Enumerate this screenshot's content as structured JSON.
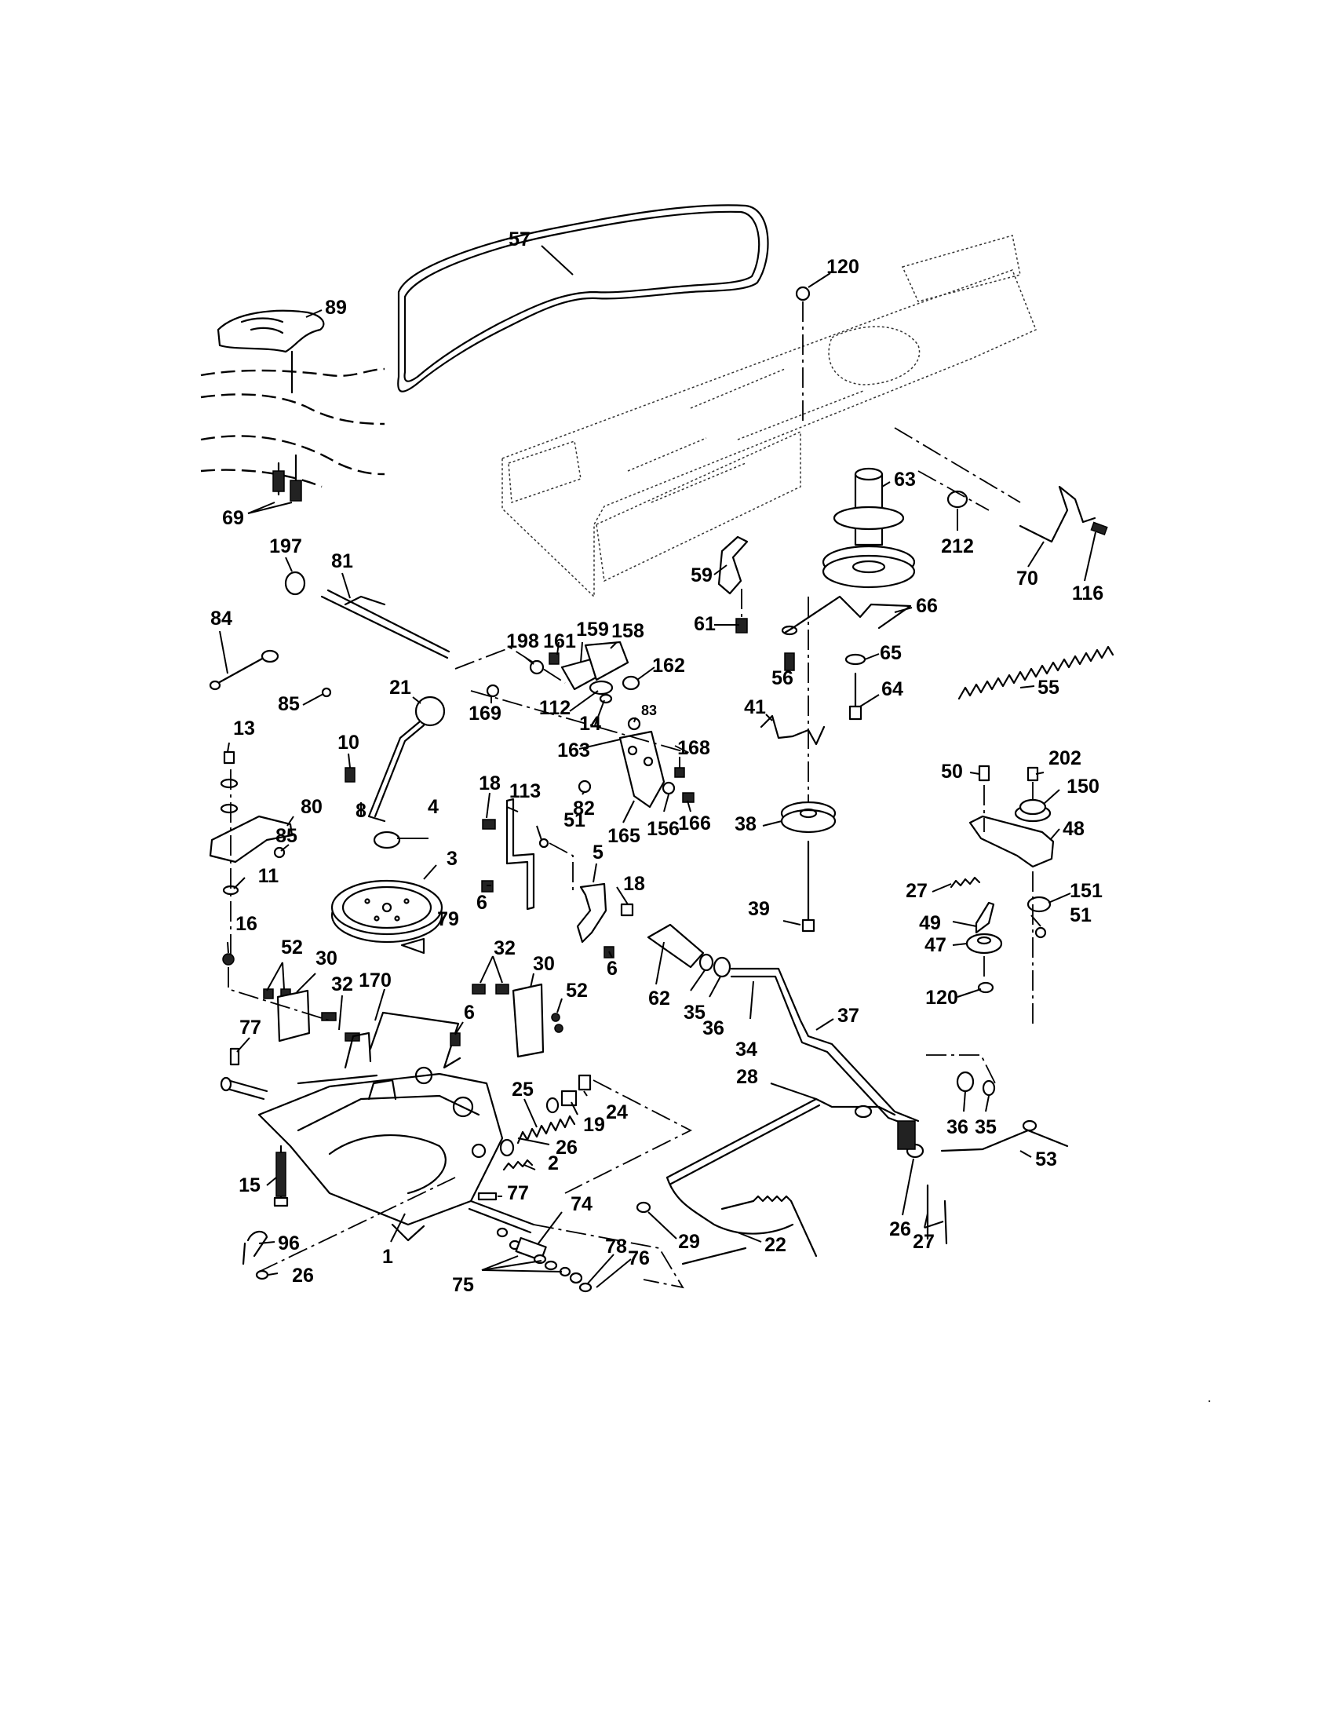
{
  "diagram": {
    "type": "exploded-parts-diagram",
    "callouts": [
      "57",
      "120",
      "89",
      "63",
      "212",
      "70",
      "116",
      "69",
      "197",
      "81",
      "59",
      "66",
      "84",
      "198",
      "161",
      "159",
      "158",
      "162",
      "61",
      "65",
      "85",
      "21",
      "169",
      "112",
      "14",
      "83",
      "56",
      "64",
      "55",
      "41",
      "13",
      "10",
      "163",
      "168",
      "80",
      "85",
      "8",
      "4",
      "82",
      "165",
      "156",
      "166",
      "18",
      "113",
      "51",
      "38",
      "50",
      "202",
      "150",
      "48",
      "11",
      "3",
      "5",
      "18",
      "6",
      "39",
      "27",
      "151",
      "16",
      "79",
      "6",
      "49",
      "51",
      "52",
      "30",
      "47",
      "32",
      "30",
      "62",
      "35",
      "36",
      "120",
      "32",
      "170",
      "52",
      "6",
      "34",
      "37",
      "77",
      "25",
      "36",
      "35",
      "24",
      "19",
      "28",
      "26",
      "2",
      "53",
      "15",
      "77",
      "74",
      "29",
      "22",
      "26",
      "27",
      "96",
      "78",
      "76",
      "1",
      "26",
      "75"
    ]
  }
}
